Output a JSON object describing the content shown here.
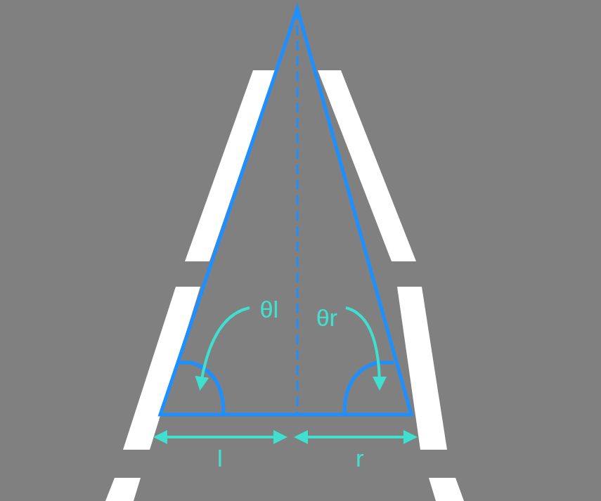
{
  "diagram": {
    "labels": [
      "θl",
      "θr",
      "l",
      "r"
    ]
  }
}
